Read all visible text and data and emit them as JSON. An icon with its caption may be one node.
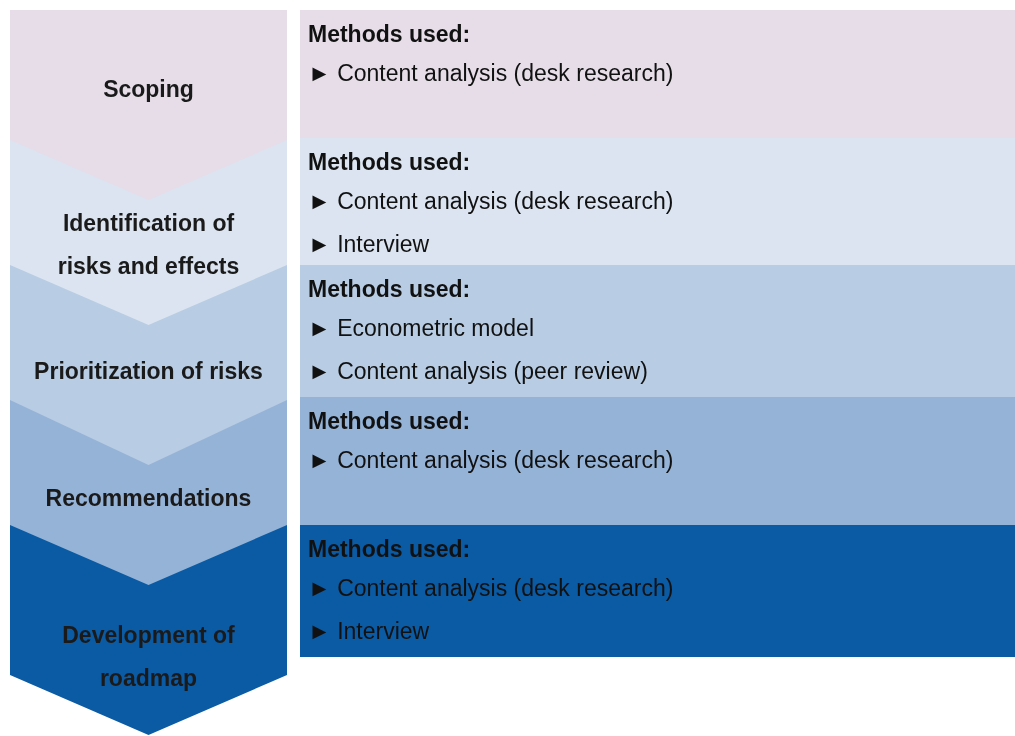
{
  "diagram": {
    "nodes": [
      {
        "text": [
          "Scoping"
        ]
      },
      {
        "text": [
          "Methods used:",
          "► Content analysis (desk research)"
        ]
      },
      {
        "text": [
          "Identification of risks and effects"
        ]
      },
      {
        "text": [
          "Methods used:",
          "► Content analysis (desk research)",
          "► Interview"
        ]
      },
      {
        "text": [
          "Prioritization of risks"
        ]
      },
      {
        "text": [
          "Methods used:",
          "► Econometric model",
          "► Content analysis (peer review)"
        ]
      },
      {
        "text": [
          "Recommendations"
        ]
      },
      {
        "text": [
          "Methods used:",
          "► Content analysis (desk research)"
        ]
      },
      {
        "text": [
          "Development of roadmap"
        ]
      },
      {
        "text": [
          "Methods used:",
          "► Content analysis (desk research)",
          "► Interview"
        ]
      }
    ]
  }
}
